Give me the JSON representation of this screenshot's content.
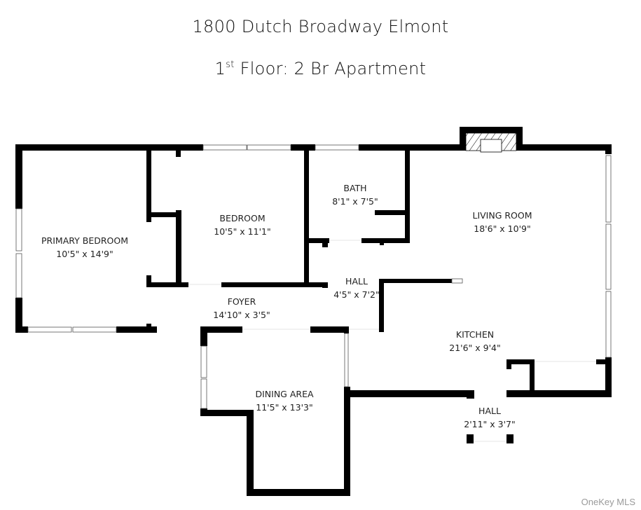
{
  "header": {
    "address": "1800 Dutch Broadway Elmont",
    "floor_number": "1",
    "floor_suffix": "st",
    "floor_rest": " Floor: 2 Br Apartment"
  },
  "rooms": [
    {
      "name": "PRIMARY BEDROOM",
      "dims": "10'5\" x 14'9\""
    },
    {
      "name": "BEDROOM",
      "dims": "10'5\" x 11'1\""
    },
    {
      "name": "BATH",
      "dims": "8'1\" x 7'5\""
    },
    {
      "name": "LIVING ROOM",
      "dims": "18'6\" x 10'9\""
    },
    {
      "name": "HALL",
      "dims": "4'5\" x 7'2\""
    },
    {
      "name": "FOYER",
      "dims": "14'10\" x 3'5\""
    },
    {
      "name": "KITCHEN",
      "dims": "21'6\" x 9'4\""
    },
    {
      "name": "DINING AREA",
      "dims": "11'5\" x 13'3\""
    },
    {
      "name": "HALL",
      "dims": "2'11\" x 3'7\""
    }
  ],
  "colors": {
    "wall": "#000000",
    "background": "#ffffff",
    "watermark": "#9a9a9a"
  },
  "watermark": "OneKey MLS"
}
